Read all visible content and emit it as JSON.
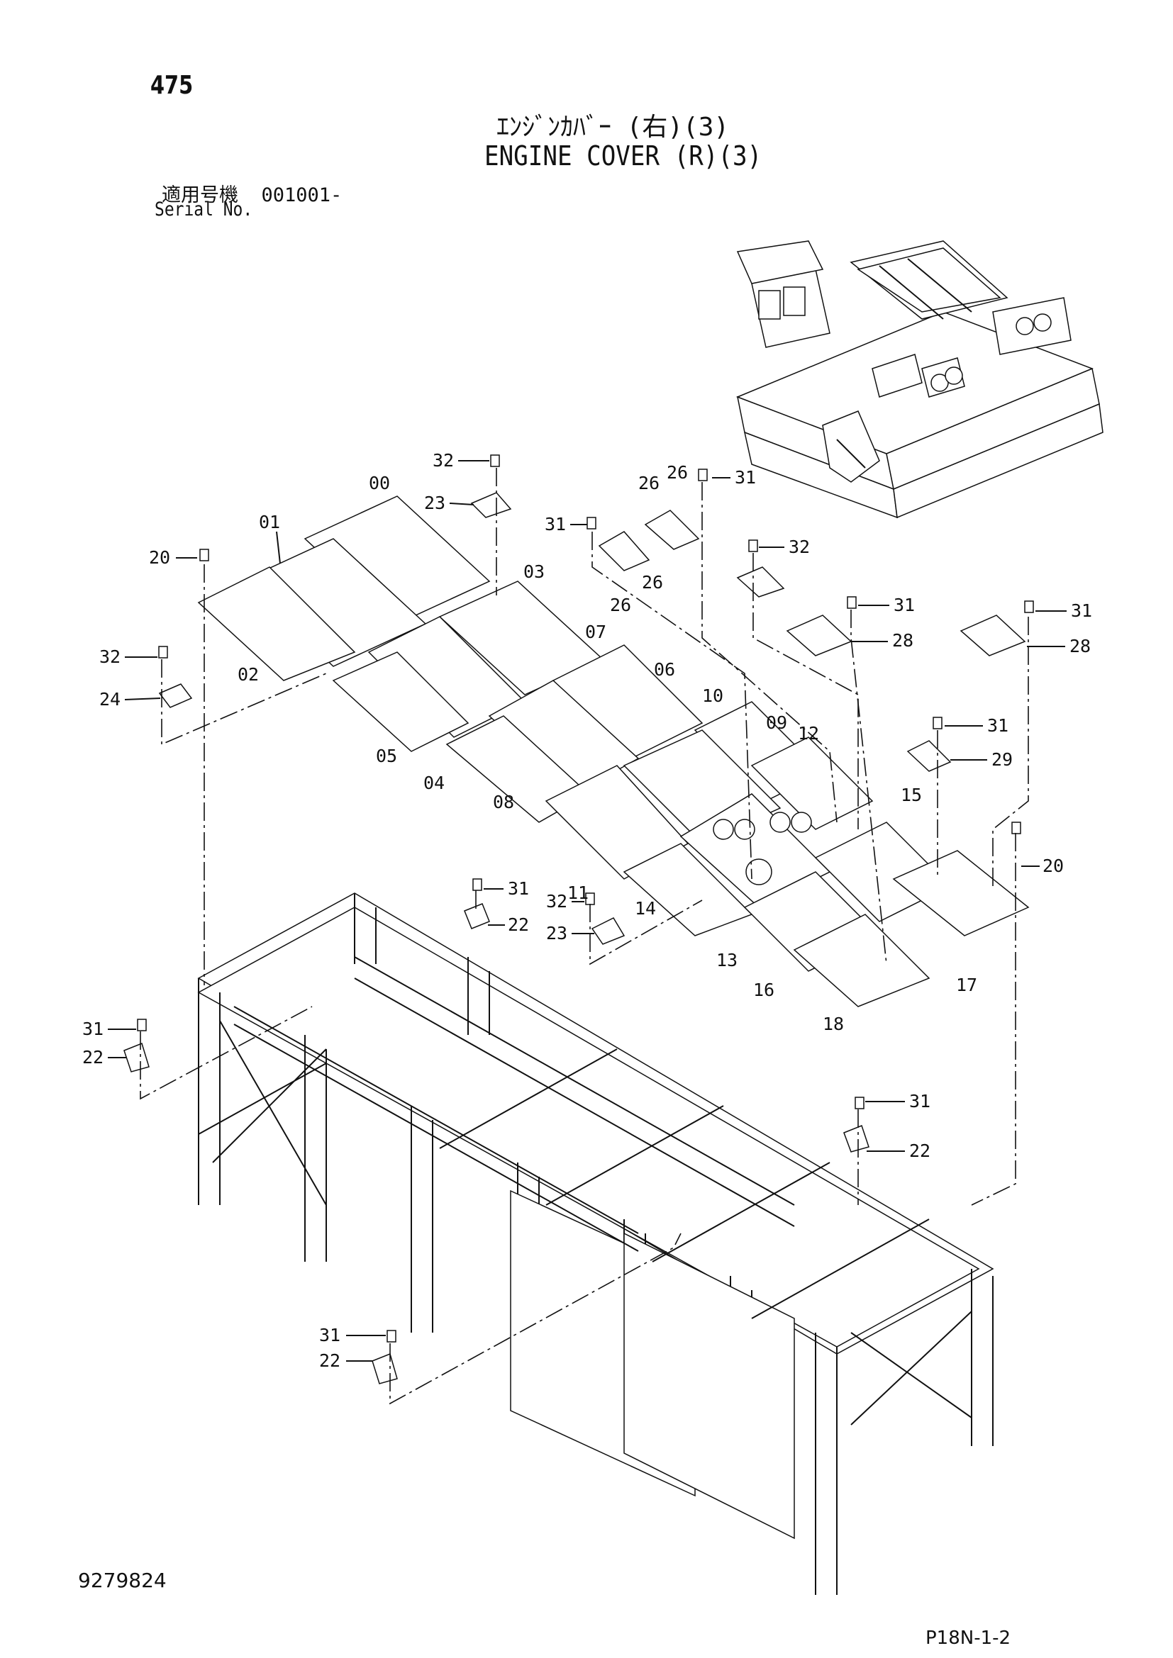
{
  "header": {
    "page_number": "475",
    "title_jp": "ｴﾝｼﾞﾝｶﾊﾞｰ (右)(3)",
    "title_en": "ENGINE COVER (R)(3)",
    "serial_label_jp": "適用号機  001001-",
    "serial_label_en": "Serial No."
  },
  "footer": {
    "doc_number": "9279824",
    "page_ref": "P18N-1-2"
  },
  "callouts": [
    "00",
    "01",
    "02",
    "03",
    "04",
    "05",
    "06",
    "07",
    "08",
    "09",
    "10",
    "11",
    "12",
    "13",
    "14",
    "15",
    "16",
    "17",
    "18",
    "20",
    "20",
    "22",
    "22",
    "22",
    "22",
    "23",
    "23",
    "24",
    "26",
    "26",
    "26",
    "26",
    "28",
    "28",
    "29",
    "31",
    "31",
    "31",
    "31",
    "31",
    "31",
    "31",
    "31",
    "31",
    "32",
    "32",
    "32",
    "32"
  ]
}
